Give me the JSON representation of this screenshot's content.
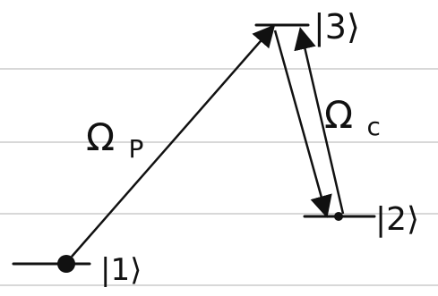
{
  "diagram": {
    "levels": [
      {
        "id": "level-1",
        "label": "|1⟩"
      },
      {
        "id": "level-2",
        "label": "|2⟩"
      },
      {
        "id": "level-3",
        "label": "|3⟩"
      }
    ],
    "couplings": [
      {
        "id": "pump",
        "label": "Ω",
        "subscript": "P"
      },
      {
        "id": "coupling",
        "label": "Ω",
        "subscript": "c"
      }
    ],
    "colors": {
      "paper": "#ffffff",
      "rule_lines": "#d8d8d8",
      "ink": "#111111"
    }
  }
}
